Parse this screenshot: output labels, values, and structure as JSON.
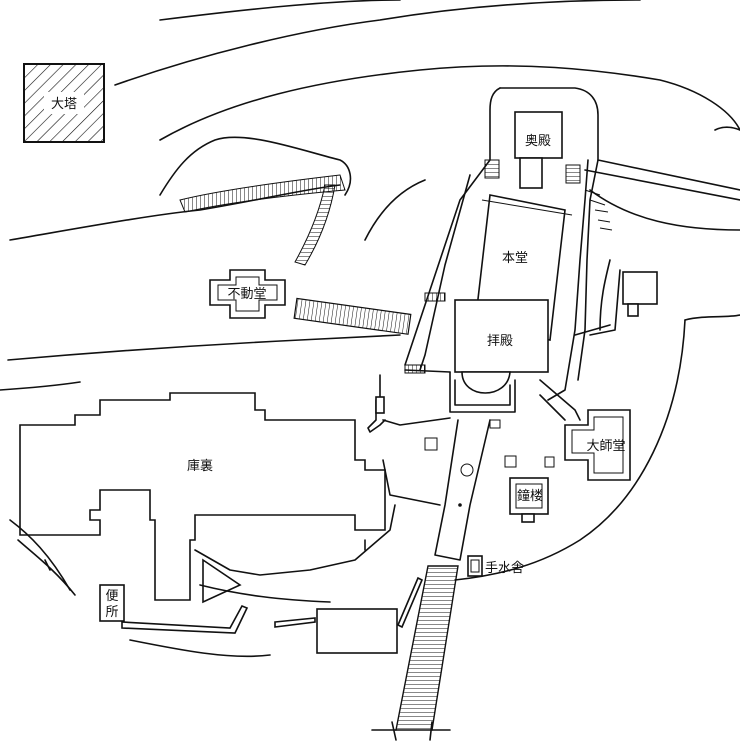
{
  "labels": {
    "legend": "大塔",
    "okuden": "奥殿",
    "hondo": "本堂",
    "haiden": "拝殿",
    "fudodo": "不動堂",
    "kuri": "庫裏",
    "daishido": "大師堂",
    "shoro": "鐘楼",
    "chozuya": "手水舎",
    "benjo_1": "便",
    "benjo_2": "所"
  }
}
